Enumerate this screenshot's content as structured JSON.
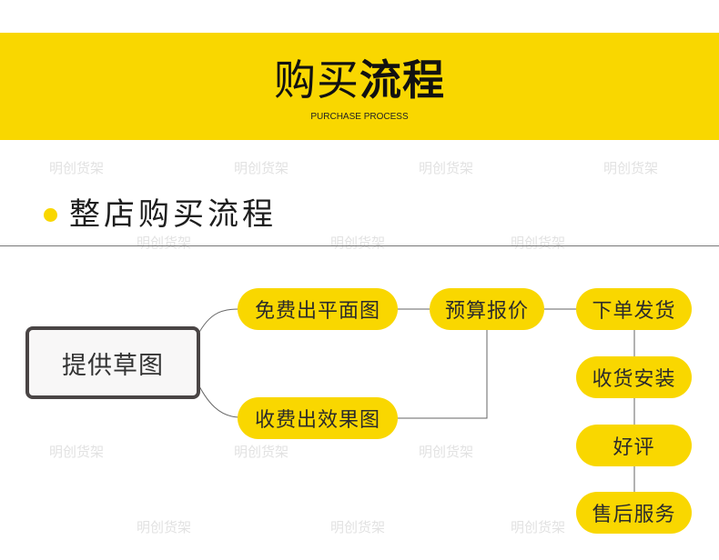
{
  "header": {
    "title_light": "购买",
    "title_bold": "流程",
    "subtitle": "PURCHASE PROCESS",
    "accent_color": "#f9d700"
  },
  "watermark": "明创货架",
  "section": {
    "title": "整店购买流程"
  },
  "flow": {
    "start": "提供草图",
    "steps": {
      "floor_plan": "免费出平面图",
      "render": "收费出效果图",
      "quote": "预算报价",
      "order": "下单发货",
      "install": "收货安装",
      "review": "好评",
      "after_sales": "售后服务"
    }
  }
}
